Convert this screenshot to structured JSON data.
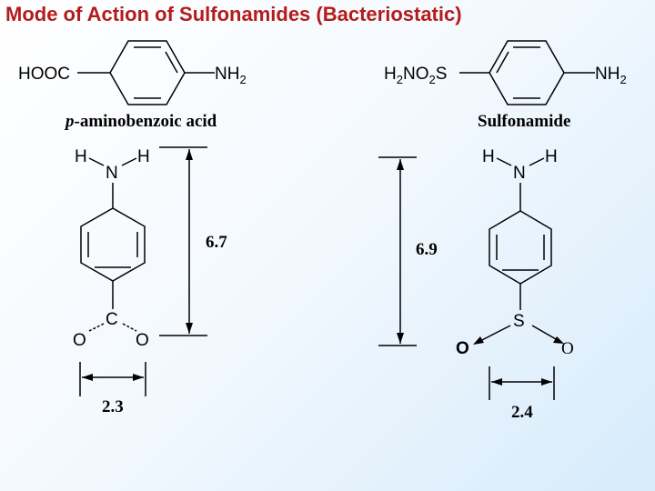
{
  "title": "Mode of Action of Sulfonamides (Bacteriostatic)",
  "colors": {
    "title": "#b31c1c",
    "text": "#000000",
    "bg_light": "#ffffff",
    "bg_accent": "#d6ebfb"
  },
  "paba": {
    "formula_left": "HOOC",
    "formula_right_main": "NH",
    "formula_right_sub": "2",
    "name_prefix": "p",
    "name_rest": "-aminobenzoic acid",
    "h_left": "H",
    "h_right": "H",
    "n": "N",
    "c": "C",
    "o_left": "O",
    "o_right": "O",
    "length": "6.7",
    "width": "2.3"
  },
  "sulfa": {
    "formula_left_p1": "H",
    "formula_left_s1": "2",
    "formula_left_p2": "NO",
    "formula_left_s2": "2",
    "formula_left_p3": "S",
    "formula_right_main": "NH",
    "formula_right_sub": "2",
    "name": "Sulfonamide",
    "h_left": "H",
    "h_right": "H",
    "n": "N",
    "s": "S",
    "o_left": "O",
    "o_right": "O",
    "length": "6.9",
    "width": "2.4"
  }
}
